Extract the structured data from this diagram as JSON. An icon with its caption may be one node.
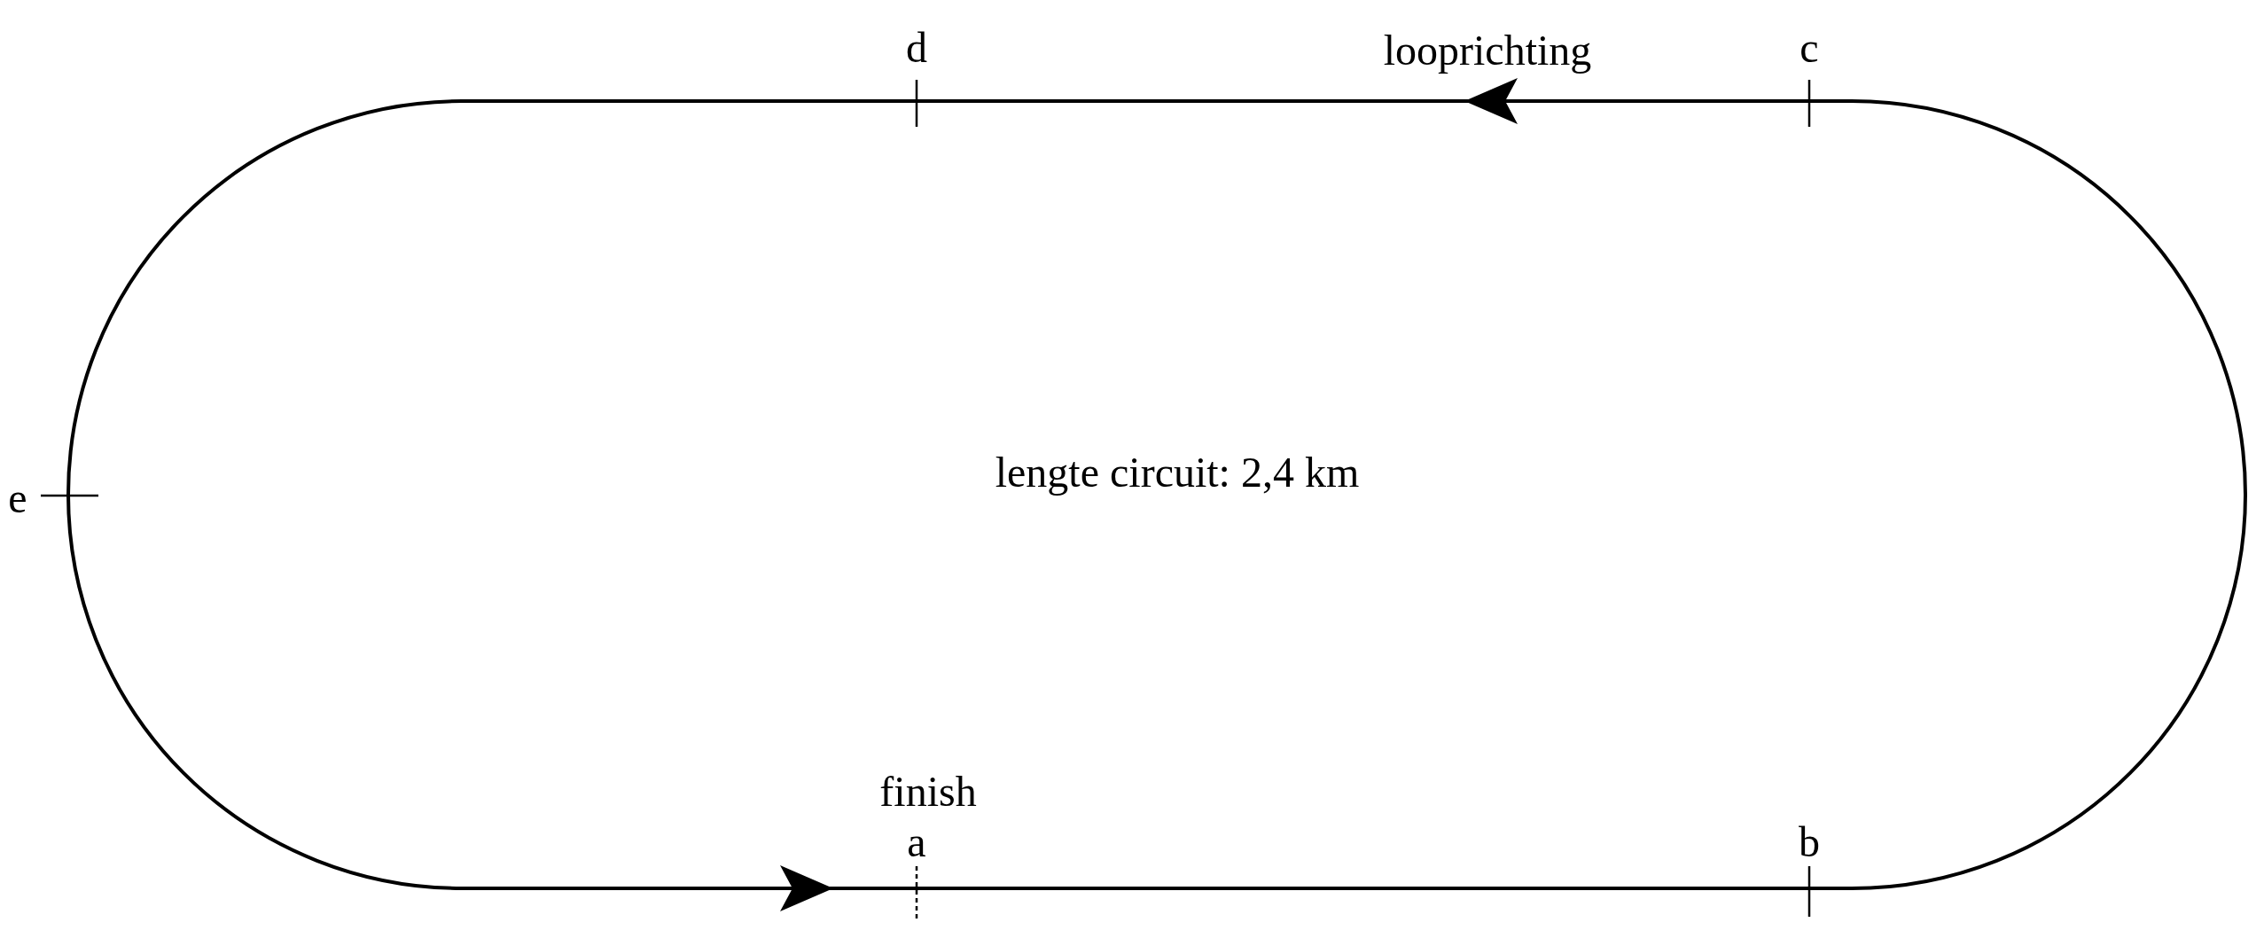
{
  "diagram": {
    "nodes": [
      {
        "text": [
          "lengte circuit: 2,4 km"
        ]
      }
    ],
    "labels": [
      "d",
      "looprichting",
      "c",
      "e",
      "finish",
      "a",
      "b"
    ]
  }
}
